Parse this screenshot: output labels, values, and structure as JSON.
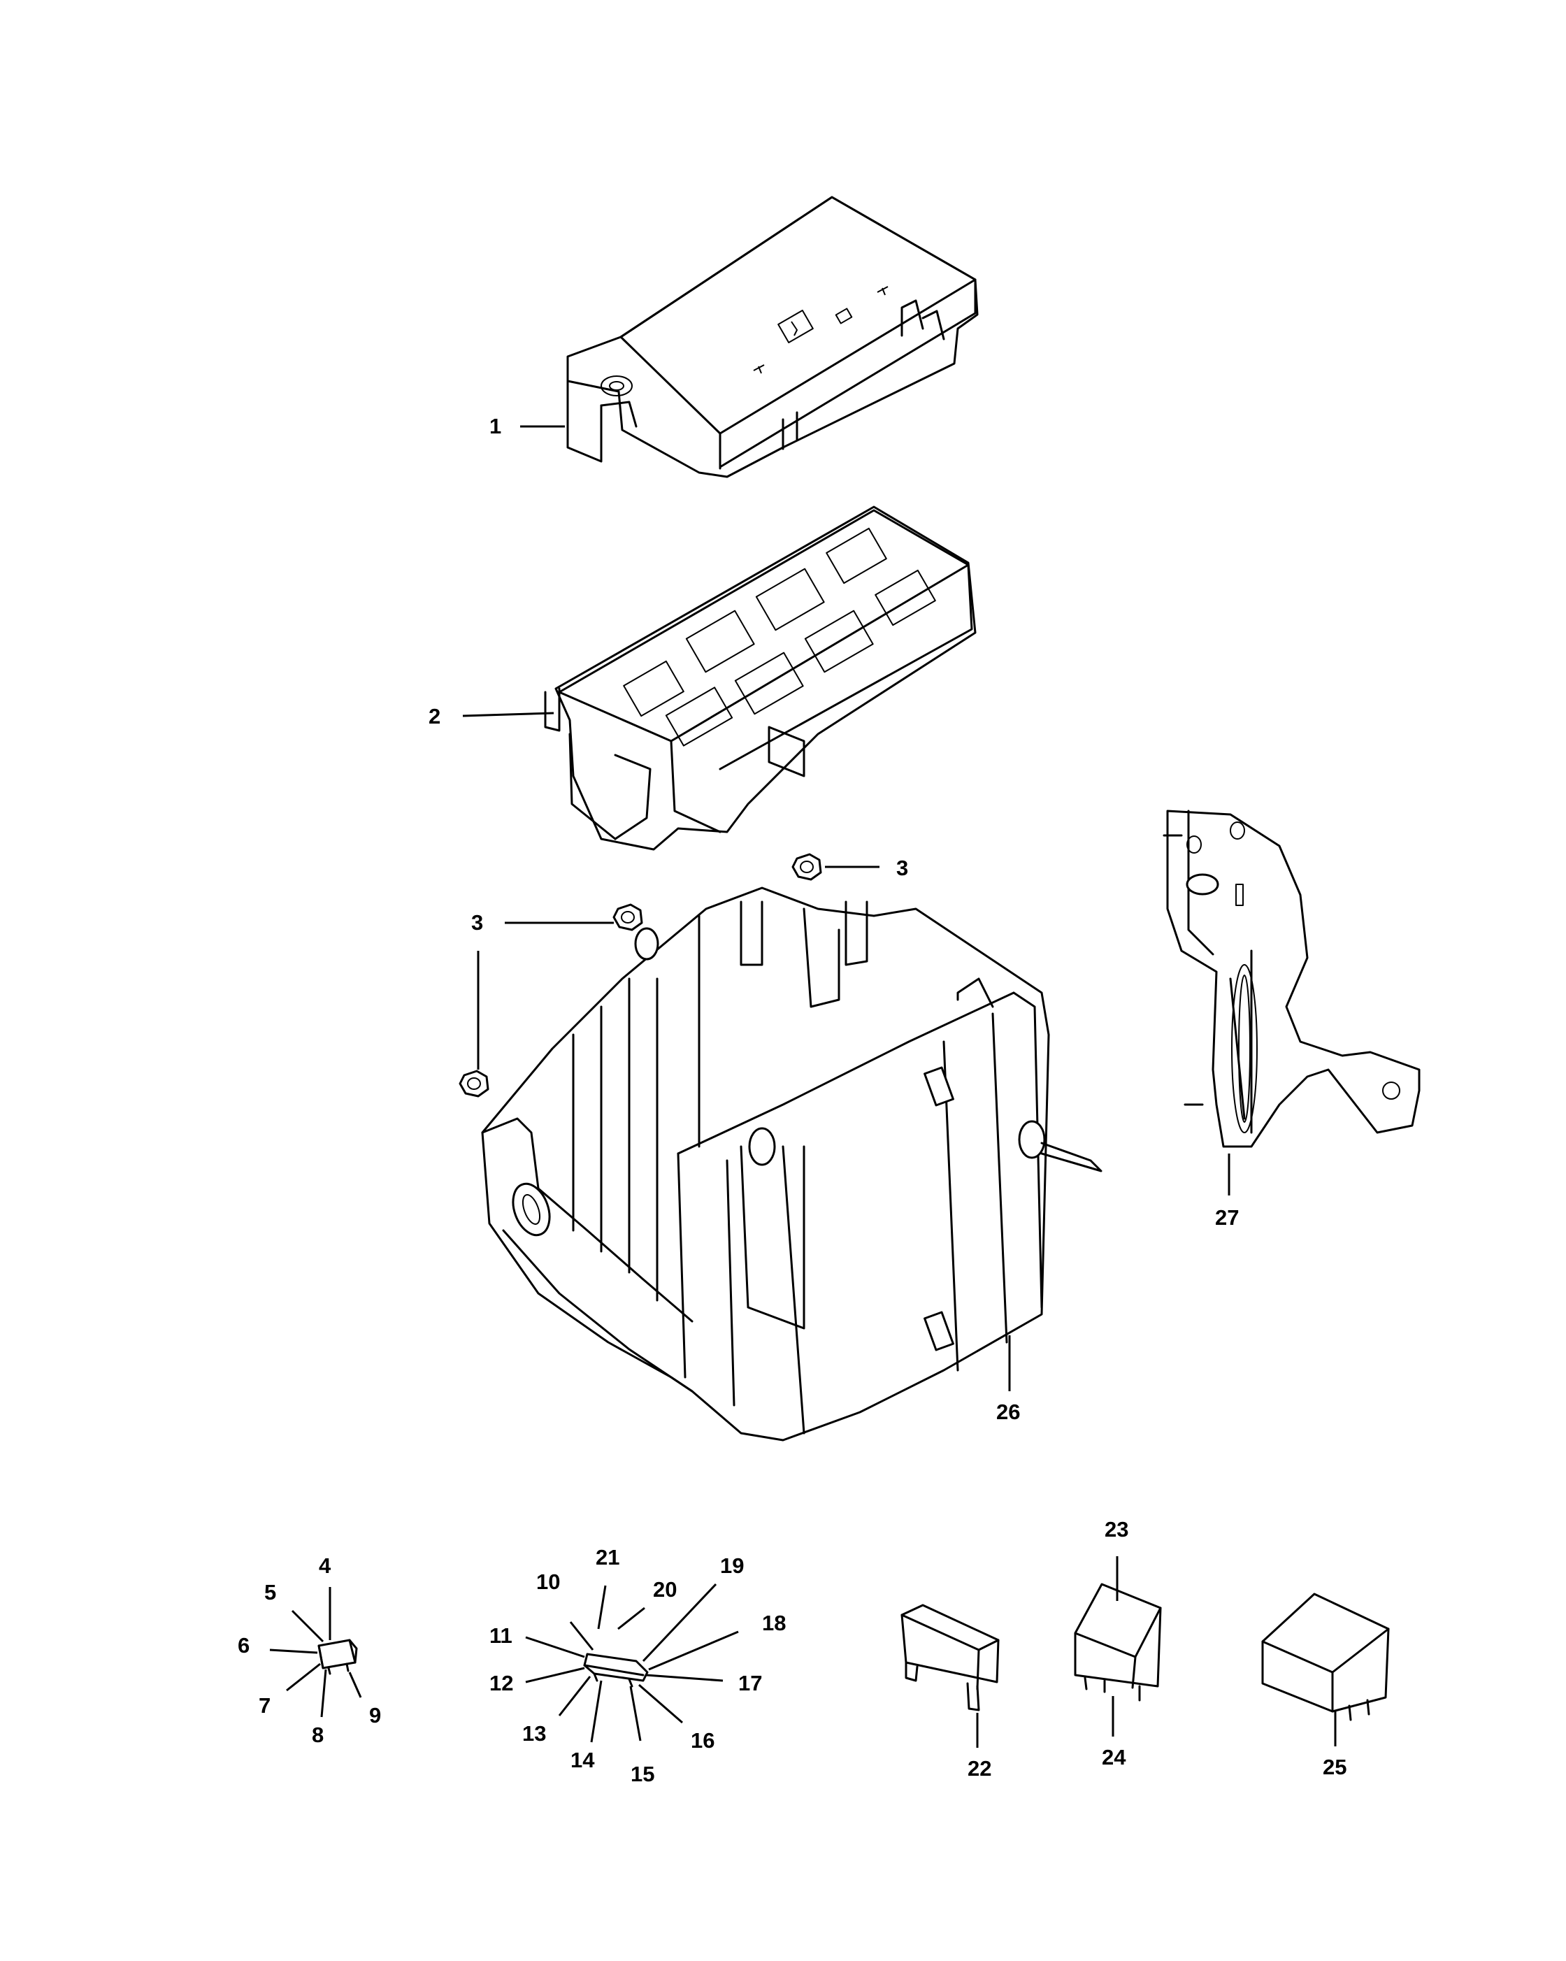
{
  "callouts": {
    "c1": "1",
    "c2": "2",
    "c3a": "3",
    "c3b": "3",
    "c4": "4",
    "c5": "5",
    "c6": "6",
    "c7": "7",
    "c8": "8",
    "c9": "9",
    "c10": "10",
    "c11": "11",
    "c12": "12",
    "c13": "13",
    "c14": "14",
    "c15": "15",
    "c16": "16",
    "c17": "17",
    "c18": "18",
    "c19": "19",
    "c20": "20",
    "c21": "21",
    "c22": "22",
    "c23": "23",
    "c24": "24",
    "c25": "25",
    "c26": "26",
    "c27": "27"
  }
}
